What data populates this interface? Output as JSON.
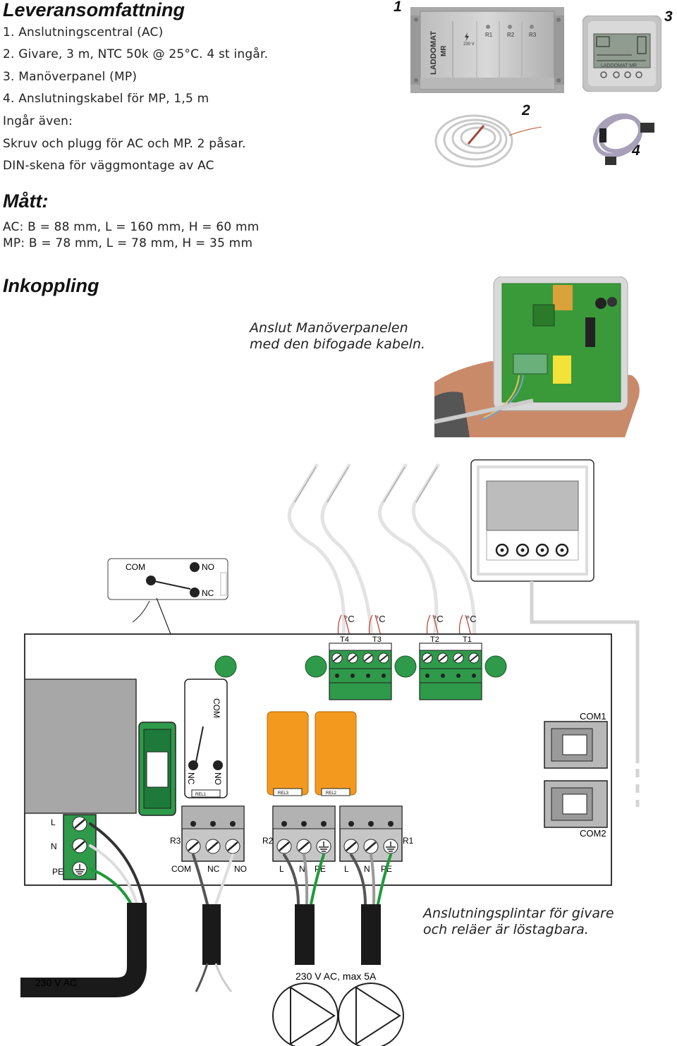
{
  "scope": {
    "title": "Leveransomfattning",
    "items": [
      "1. Anslutningscentral (AC)",
      "2. Givare, 3 m, NTC 50k @ 25°C. 4 st ingår.",
      "3. Manöverpanel (MP)",
      "4. Anslutningskabel för MP, 1,5 m",
      "Ingår även:",
      "Skruv och plugg för AC och MP. 2 påsar.",
      "DIN-skena för väggmontage av AC"
    ]
  },
  "dims": {
    "title": "Mått:",
    "ac": "AC: B = 88 mm, L = 160 mm, H = 60 mm",
    "mp": "MP: B = 78 mm, L = 78 mm, H = 35 mm"
  },
  "wiring": {
    "title": "Inkoppling",
    "photo_caption_1": "Anslut Manöverpanelen",
    "photo_caption_2": "med den bifogade kabeln.",
    "bottom_caption_1": "Anslutningsplintar för givare",
    "bottom_caption_2": "och reläer är löstagbara."
  },
  "callouts": {
    "n1": "1",
    "n2": "2",
    "n3": "3",
    "n4": "4"
  },
  "product": {
    "brand": "LADDOMAT",
    "model": "MR",
    "voltage": "230 V",
    "r1": "R1",
    "r2": "R2",
    "r3": "R3",
    "screen_brand": "LADDOMAT MR"
  },
  "relay_inset": {
    "com": "COM",
    "no": "NO",
    "nc": "NC"
  },
  "board": {
    "sensor_unit": "°C",
    "t4": "T4",
    "t3": "T3",
    "t2": "T2",
    "t1": "T1",
    "com1": "COM1",
    "com2": "COM2",
    "relay_com": "COM",
    "relay_nc": "NC",
    "relay_no": "NO",
    "rel1": "REL1",
    "rel2": "REL2",
    "rel3": "REL3",
    "l": "L",
    "n": "N",
    "pe": "PE",
    "r3": "R3",
    "r2": "R2",
    "r1": "R1",
    "t_com": "COM",
    "t_nc": "NC",
    "t_no": "NO",
    "r2_l": "L",
    "r2_n": "N",
    "r2_pe": "PE",
    "r1_l": "L",
    "r1_n": "N",
    "r1_pe": "PE"
  },
  "supply": {
    "mains": "230 V AC",
    "pump": "230 V AC, max 5A"
  },
  "colors": {
    "terminal_green": "#2e9a4a",
    "relay_orange": "#f39a1e",
    "wire_green": "#1e9a3a",
    "cable_black": "#1a1a1a",
    "pcb_green": "#3a9a3a"
  }
}
